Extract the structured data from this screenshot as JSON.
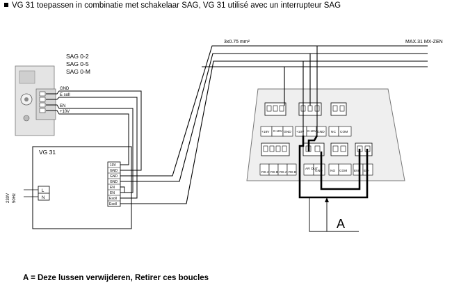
{
  "header": {
    "title": "VG 31 toepassen in combinatie met schakelaar SAG, VG 31 utilisé avec un interrupteur SAG"
  },
  "switch": {
    "models": [
      "SAG 0-2",
      "SAG 0-5",
      "SAG 0-M"
    ],
    "terminals": [
      "GND",
      "E soll",
      "EN",
      "+10V"
    ]
  },
  "cable": {
    "spec": "3x0.75 mm²",
    "bus_label": "MAX.31 MX-ZEN"
  },
  "vg31": {
    "title": "VG 31",
    "terminals": [
      "10V",
      "GND",
      "GND",
      "GND",
      "EN",
      "EN",
      "Esoll",
      "Esoll"
    ],
    "power": {
      "voltage": "230V",
      "frequency": "50Hz",
      "L": "L",
      "N": "N"
    }
  },
  "controller": {
    "top_left_labels": [
      "+18V",
      "0-10V",
      "GND"
    ],
    "top_mid_labels": [
      "+10V",
      "0-10V",
      "GND"
    ],
    "top_right_labels": [
      "NC",
      "COM"
    ],
    "bottom_left_labels": [
      "RS A",
      "RS B",
      "RS A",
      "RS B"
    ],
    "bottom_mid_labels": [
      "AR OUT",
      "GND"
    ],
    "bottom_right_labels": [
      "NO",
      "COM"
    ],
    "en_labels": [
      "EN+",
      "EN-"
    ]
  },
  "annotation": {
    "letter": "A"
  },
  "footer": {
    "caption": "A = Deze lussen verwijderen, Retirer ces boucles"
  }
}
